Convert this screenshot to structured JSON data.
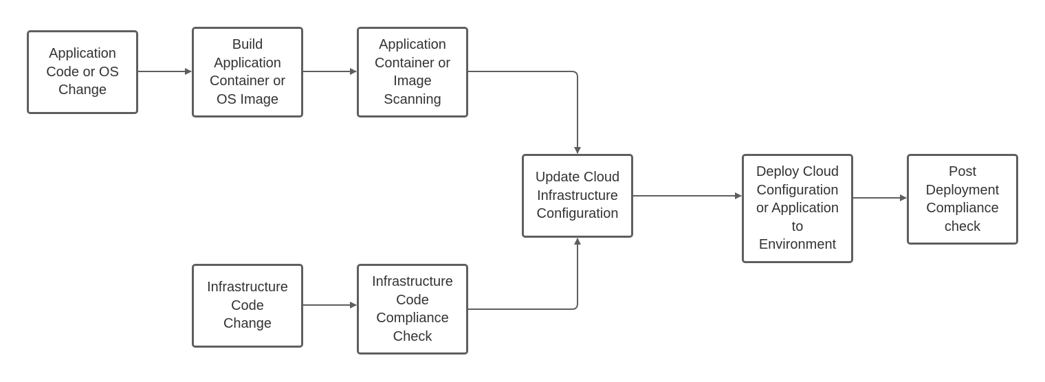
{
  "nodes": {
    "app_code_change": "Application\nCode or OS\nChange",
    "build_container": "Build\nApplication\nContainer or\nOS Image",
    "image_scanning": "Application\nContainer or\nImage\nScanning",
    "update_cloud_config": "Update Cloud\nInfrastructure\nConfiguration",
    "deploy_cloud_config": "Deploy Cloud\nConfiguration\nor Application\nto\nEnvironment",
    "post_deployment_check": "Post\nDeployment\nCompliance\ncheck",
    "infra_code_change": "Infrastructure\nCode\nChange",
    "infra_compliance_check": "Infrastructure\nCode\nCompliance\nCheck"
  },
  "colors": {
    "stroke": "#5e5e5e",
    "text": "#333333",
    "background": "#ffffff"
  }
}
